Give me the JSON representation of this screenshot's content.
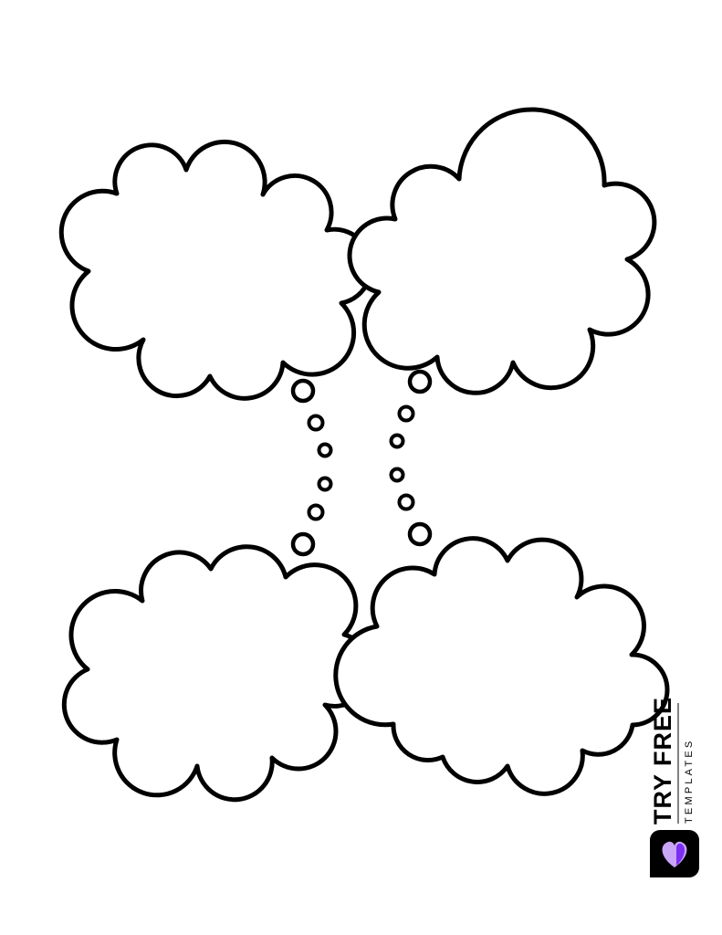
{
  "brand": {
    "name_line1": "TRY FREE",
    "name_line2": "TEMPLATES",
    "logo_colors": {
      "badge": "#000000",
      "heart_light": "#c9a6f7",
      "heart_dark": "#7b2ff2"
    }
  },
  "diagram": {
    "clouds": [
      {
        "id": "top-left",
        "text": ""
      },
      {
        "id": "top-right",
        "text": ""
      },
      {
        "id": "bottom-left",
        "text": ""
      },
      {
        "id": "bottom-right",
        "text": ""
      }
    ],
    "connectors": [
      {
        "from": "top-left",
        "to": "bottom-left",
        "bubble_count": 6
      },
      {
        "from": "top-right",
        "to": "bottom-right",
        "bubble_count": 6
      }
    ]
  }
}
